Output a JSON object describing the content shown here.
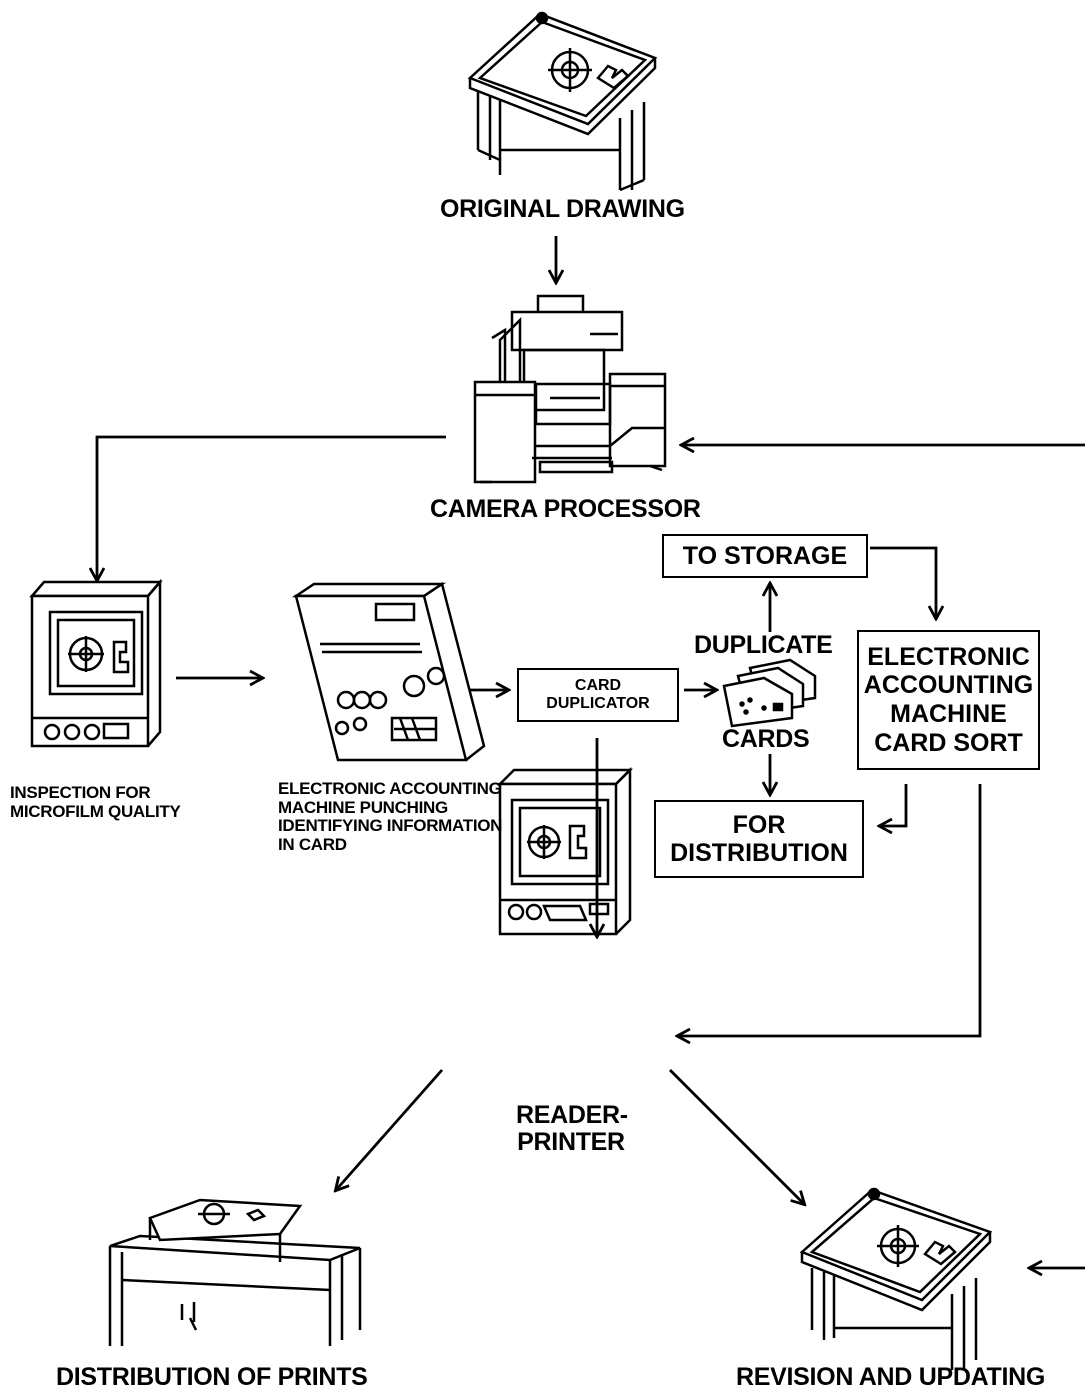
{
  "stations": {
    "original_drawing": "ORIGINAL DRAWING",
    "camera_processor": "CAMERA PROCESSOR",
    "inspection": [
      "INSPECTION FOR",
      "MICROFILM QUALITY"
    ],
    "punching": [
      "ELECTRONIC ACCOUNTING",
      "MACHINE PUNCHING",
      "IDENTIFYING INFORMATION",
      "IN CARD"
    ],
    "card_duplicator": [
      "CARD",
      "DUPLICATOR"
    ],
    "duplicate_cards": [
      "DUPLICATE",
      "CARDS"
    ],
    "to_storage": "TO STORAGE",
    "card_sort": [
      "ELECTRONIC",
      "ACCOUNTING",
      "MACHINE",
      "CARD SORT"
    ],
    "for_distribution": [
      "FOR",
      "DISTRIBUTION"
    ],
    "reader_printer": [
      "READER-",
      "PRINTER"
    ],
    "distribution_of_prints": "DISTRIBUTION OF PRINTS",
    "revision_and_updating": "REVISION AND UPDATING"
  },
  "icons": [
    "drafting-table-icon",
    "camera-processor-icon",
    "microfilm-viewer-icon",
    "card-punch-machine-icon",
    "punched-cards-icon",
    "reader-printer-icon",
    "print-distribution-icon"
  ]
}
